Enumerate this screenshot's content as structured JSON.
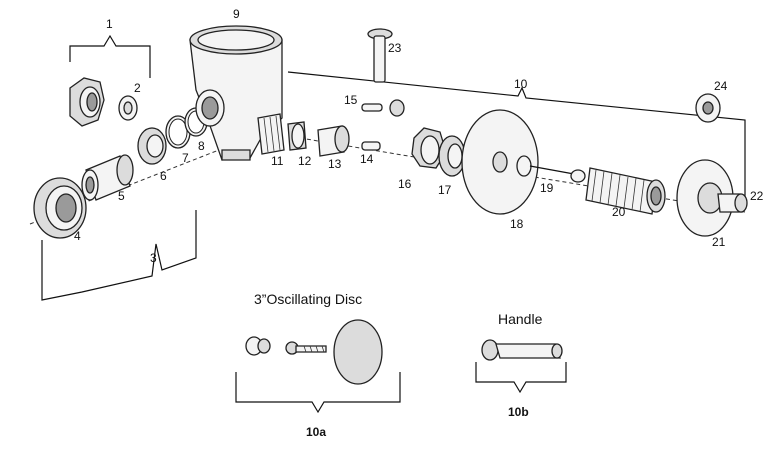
{
  "parts": {
    "p1": "1",
    "p2": "2",
    "p3": "3",
    "p4": "4",
    "p5": "5",
    "p6": "6",
    "p7": "7",
    "p8": "8",
    "p9": "9",
    "p10": "10",
    "p11": "11",
    "p12": "12",
    "p13": "13",
    "p14": "14",
    "p15": "15",
    "p16": "16",
    "p17": "17",
    "p18": "18",
    "p19": "19",
    "p20": "20",
    "p21": "21",
    "p22": "22",
    "p23": "23",
    "p24": "24"
  },
  "inset_a": {
    "caption": "3”Oscillating Disc",
    "label": "10a"
  },
  "inset_b": {
    "caption": "Handle",
    "label": "10b"
  }
}
